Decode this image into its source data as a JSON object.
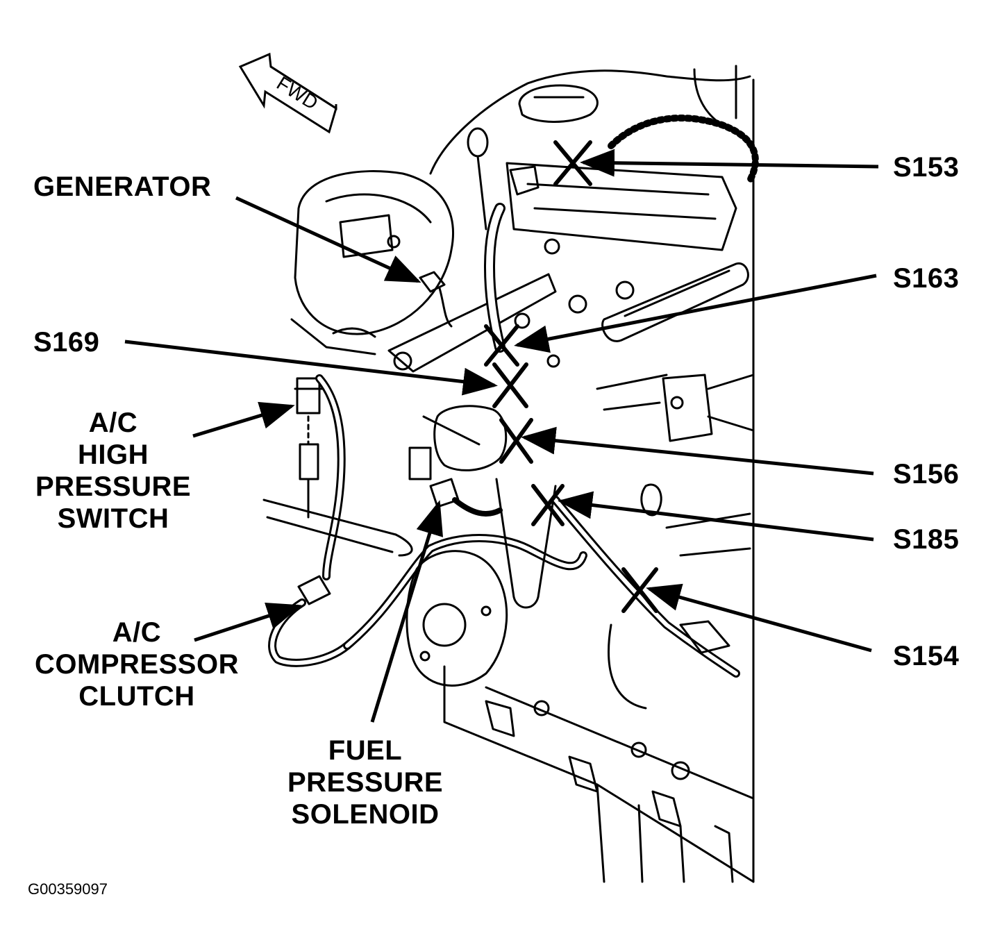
{
  "labels": {
    "generator": "GENERATOR",
    "s169": "S169",
    "ac_high": [
      "A/C",
      "HIGH",
      "PRESSURE",
      "SWITCH"
    ],
    "ac_clutch": [
      "A/C",
      "COMPRESSOR",
      "CLUTCH"
    ],
    "fuel": [
      "FUEL",
      "PRESSURE",
      "SOLENOID"
    ],
    "s153": "S153",
    "s163": "S163",
    "s156": "S156",
    "s185": "S185",
    "s154": "S154",
    "fwd": "FWD"
  },
  "figure_id": "G00359097",
  "colors": {
    "ink": "#000000",
    "paper": "#ffffff"
  }
}
